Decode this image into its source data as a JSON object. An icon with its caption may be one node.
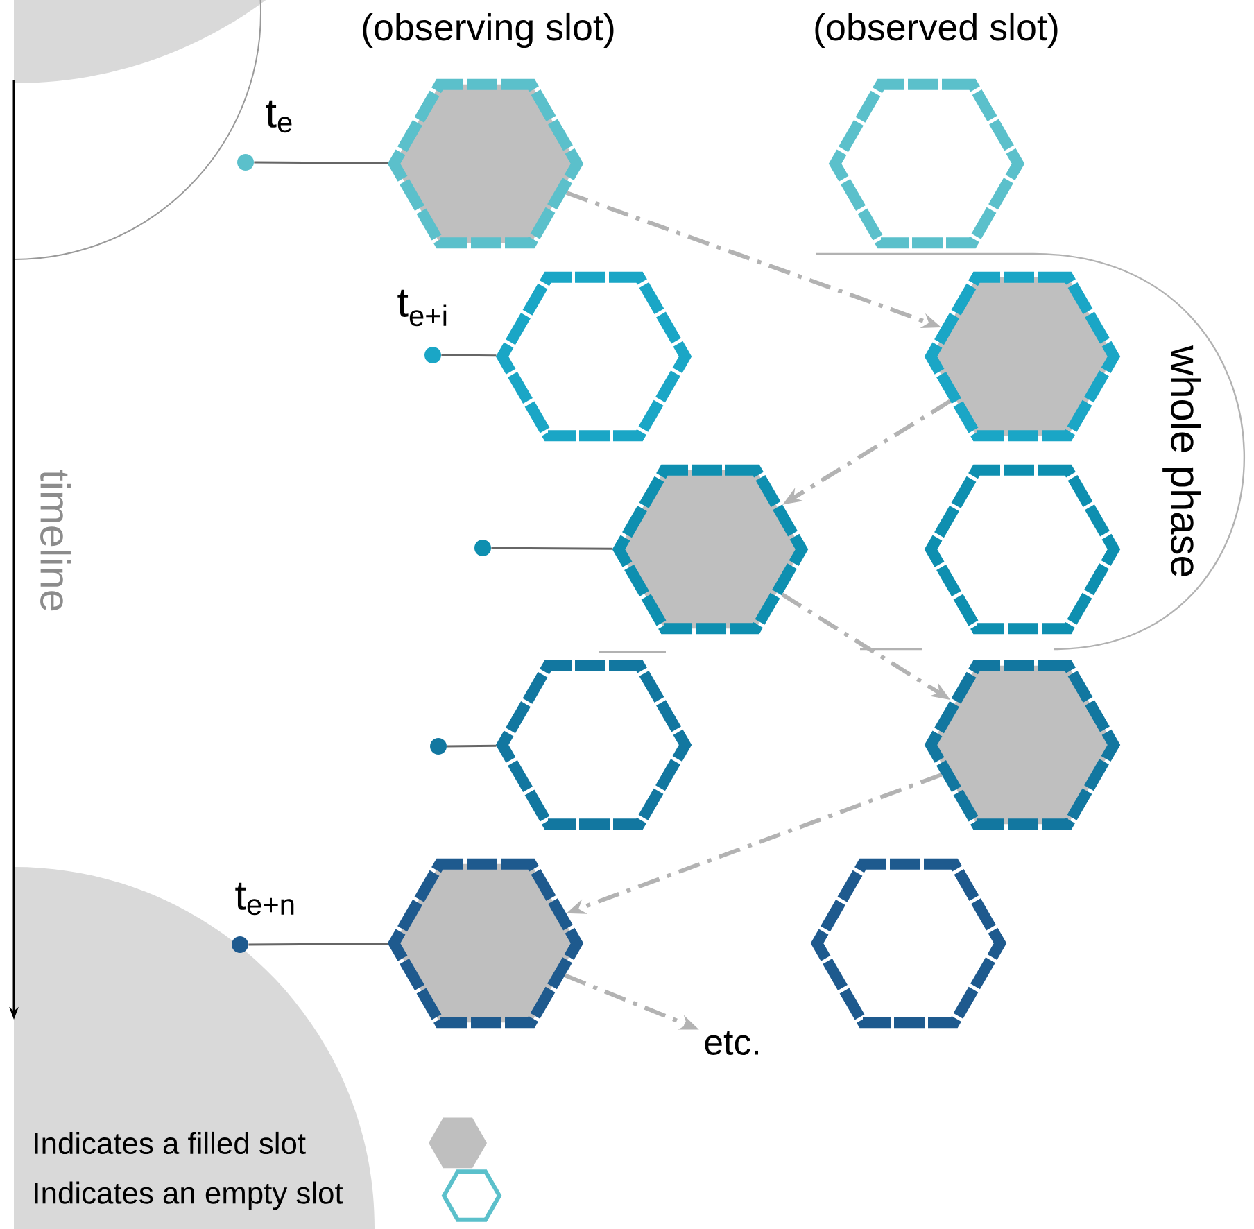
{
  "diagram": {
    "nodes": [
      {
        "text": [],
        "shape": "hexagon"
      },
      {
        "text": [],
        "shape": "hexagon"
      },
      {
        "text": [],
        "shape": "hexagon"
      },
      {
        "text": [],
        "shape": "hexagon"
      },
      {
        "text": [],
        "shape": "hexagon"
      },
      {
        "text": [],
        "shape": "hexagon"
      },
      {
        "text": [],
        "shape": "hexagon"
      },
      {
        "text": [],
        "shape": "hexagon"
      },
      {
        "text": [],
        "shape": "hexagon"
      },
      {
        "text": [],
        "shape": "hexagon"
      },
      {
        "text": [],
        "shape": "circle",
        "beside": [
          "t$_{e}$"
        ]
      },
      {
        "text": [],
        "shape": "circle",
        "beside": [
          "t$_{e+i}$"
        ]
      },
      {
        "text": [],
        "shape": "circle"
      },
      {
        "text": [],
        "shape": "circle"
      },
      {
        "text": [],
        "shape": "circle",
        "beside": [
          "t$_{e+n}$"
        ]
      },
      {
        "text": [
          "etc."
        ]
      }
    ],
    "edges": [
      {
        "from": 10,
        "to": 0,
        "arrow": "none"
      },
      {
        "from": 11,
        "to": 2,
        "arrow": "none"
      },
      {
        "from": 12,
        "to": 4,
        "arrow": "none"
      },
      {
        "from": 13,
        "to": 6,
        "arrow": "none"
      },
      {
        "from": 14,
        "to": 8,
        "arrow": "none"
      },
      {
        "from": 0,
        "to": 3,
        "arrow": "to",
        "style": "dashed",
        "color": "#b3b3b3"
      },
      {
        "from": 3,
        "to": 4,
        "arrow": "to",
        "style": "dashed",
        "color": "#b3b3b3"
      },
      {
        "from": 4,
        "to": 7,
        "arrow": "to",
        "style": "dashed",
        "color": "#b3b3b3"
      },
      {
        "from": 7,
        "to": 8,
        "arrow": "to",
        "style": "dashed",
        "color": "#b3b3b3"
      },
      {
        "from": 8,
        "to": 15,
        "arrow": "to",
        "style": "dashed",
        "color": "#b3b3b3"
      }
    ],
    "labels": [
      "(observing slot)",
      "(observed slot)",
      "timeline",
      "whole phase"
    ],
    "legend": [
      {
        "text": "Indicates a filled slot"
      },
      {
        "text": "Indicates an empty slot"
      }
    ]
  }
}
